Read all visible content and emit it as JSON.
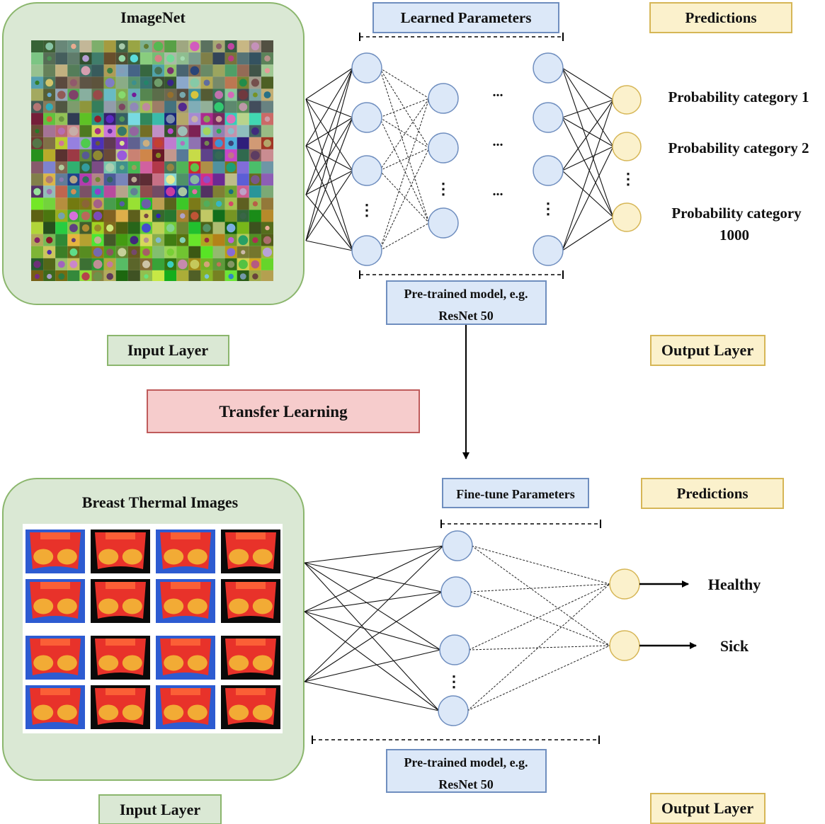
{
  "colors": {
    "green_fill": "#dae8d4",
    "green_stroke": "#8bb66d",
    "blue_fill": "#dce8f8",
    "blue_stroke": "#6f8ebf",
    "yellow_fill": "#fbf1cc",
    "yellow_stroke": "#d6b656",
    "red_fill": "#f6cccc",
    "red_stroke": "#bf5b5b",
    "thermal_red": "#e8322a",
    "thermal_yellow": "#f6d43a",
    "thermal_blue": "#2d5bd1"
  },
  "top": {
    "input_box_title": "ImageNet",
    "learned_params": "Learned Parameters",
    "predictions": "Predictions",
    "output_labels": [
      "Probability category 1",
      "Probability category 2",
      "Probability category",
      "1000"
    ],
    "model_line1": "Pre-trained model, e.g.",
    "model_line2": "ResNet 50",
    "input_layer": "Input Layer",
    "output_layer": "Output Layer",
    "ellipsis_h": "...",
    "ellipsis_v": "⋮"
  },
  "transfer": "Transfer Learning",
  "bottom": {
    "input_box_title": "Breast Thermal Images",
    "finetune_params": "Fine-tune Parameters",
    "predictions": "Predictions",
    "outputs": [
      "Healthy",
      "Sick"
    ],
    "model_line1": "Pre-trained model, e.g.",
    "model_line2": "ResNet 50",
    "input_layer": "Input Layer",
    "output_layer": "Output Layer",
    "ellipsis_v": "⋮"
  }
}
